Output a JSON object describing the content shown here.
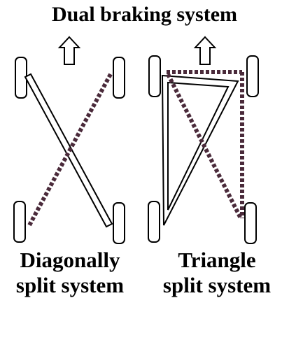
{
  "title": "Dual braking system",
  "diagrams": [
    {
      "caption_line1": "Diagonally",
      "caption_line2": "split system"
    },
    {
      "caption_line1": "Triangle",
      "caption_line2": "split system"
    }
  ],
  "colors": {
    "ink": "#000000",
    "dashed_circuit": "#4a2a3a",
    "background": "#ffffff"
  },
  "icons": [
    "arrow-up-icon",
    "wheel-icon"
  ]
}
